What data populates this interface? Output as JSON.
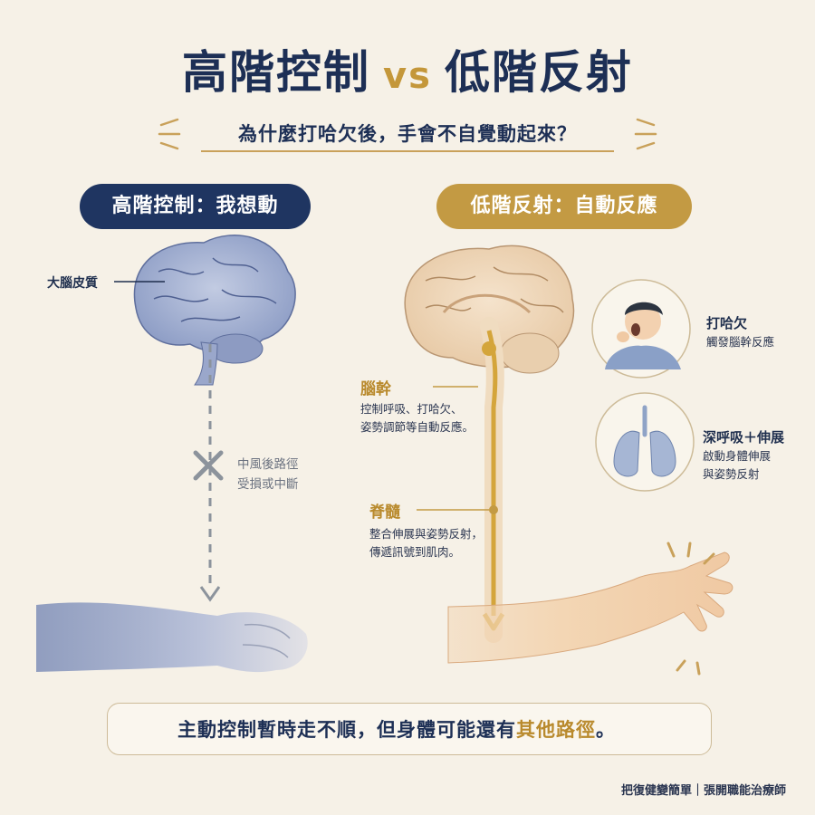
{
  "title": {
    "left": "高階控制",
    "vs": "vs",
    "right": "低階反射"
  },
  "subtitle": "為什麼打哈欠後，手會不自覺動起來？",
  "left_panel": {
    "pill": "高階控制：我想動",
    "cortex_label": "大腦皮質",
    "blocked_line1": "中風後路徑",
    "blocked_line2": "受損或中斷"
  },
  "right_panel": {
    "pill": "低階反射：自動反應",
    "brainstem_title": "腦幹",
    "brainstem_line1": "控制呼吸、打哈欠、",
    "brainstem_line2": "姿勢調節等自動反應。",
    "spinal_title": "脊髓",
    "spinal_line1": "整合伸展與姿勢反射，",
    "spinal_line2": "傳遞訊號到肌肉。",
    "yawn_title": "打哈欠",
    "yawn_desc": "觸發腦幹反應",
    "breath_title": "深呼吸＋伸展",
    "breath_line1": "啟動身體伸展",
    "breath_line2": "與姿勢反射"
  },
  "callout": {
    "text_main": "主動控制暫時走不順，但身體可能還有",
    "text_highlight": "其他路徑",
    "text_end": "。"
  },
  "credit": "把復健變簡單｜張開職能治療師",
  "colors": {
    "navy": "#1f3561",
    "gold": "#c39a43",
    "background": "#f6f1e7"
  }
}
